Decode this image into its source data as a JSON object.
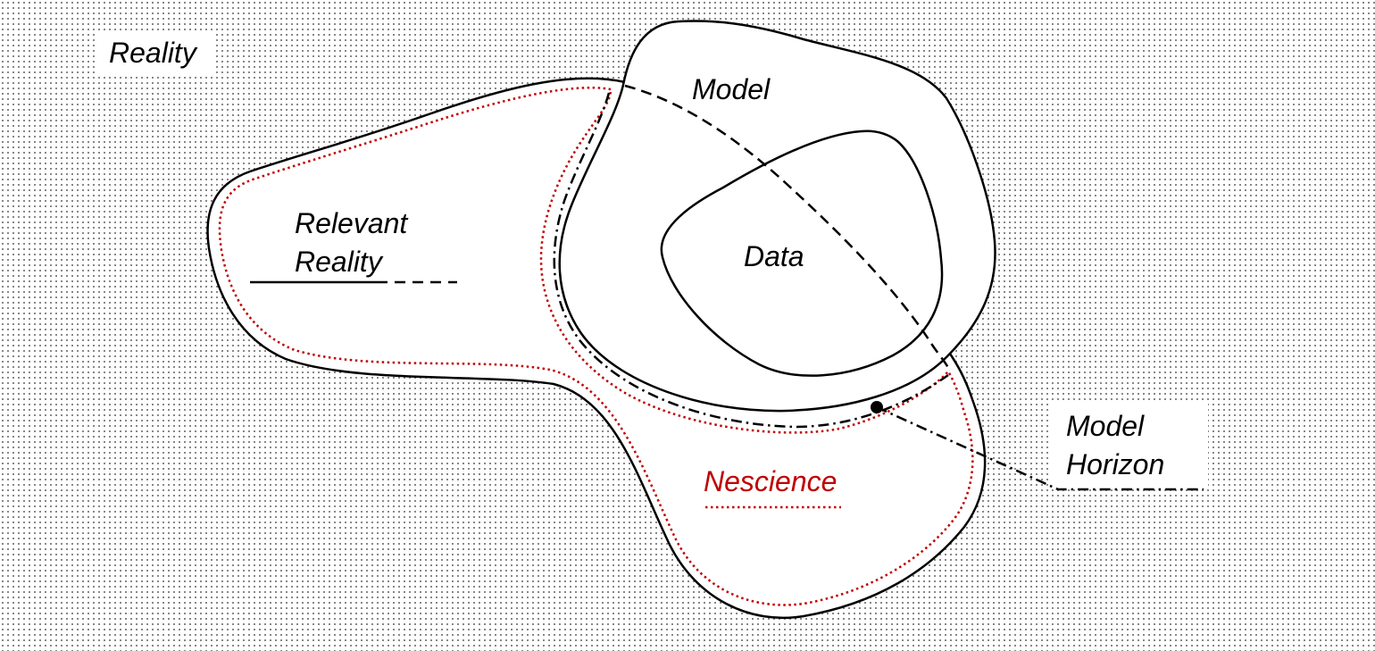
{
  "labels": {
    "reality": "Reality",
    "model": "Model",
    "relevant_reality_line1": "Relevant",
    "relevant_reality_line2": "Reality",
    "data": "Data",
    "nescience": "Nescience",
    "model_horizon_line1": "Model",
    "model_horizon_line2": "Horizon"
  },
  "colors": {
    "stroke": "#000000",
    "nescience": "#c00000",
    "background_dots": "#5a5a5a"
  },
  "line_styles": {
    "relevant_reality": "solid then dashed",
    "nescience": "red dotted",
    "model_horizon": "dash-dot"
  }
}
